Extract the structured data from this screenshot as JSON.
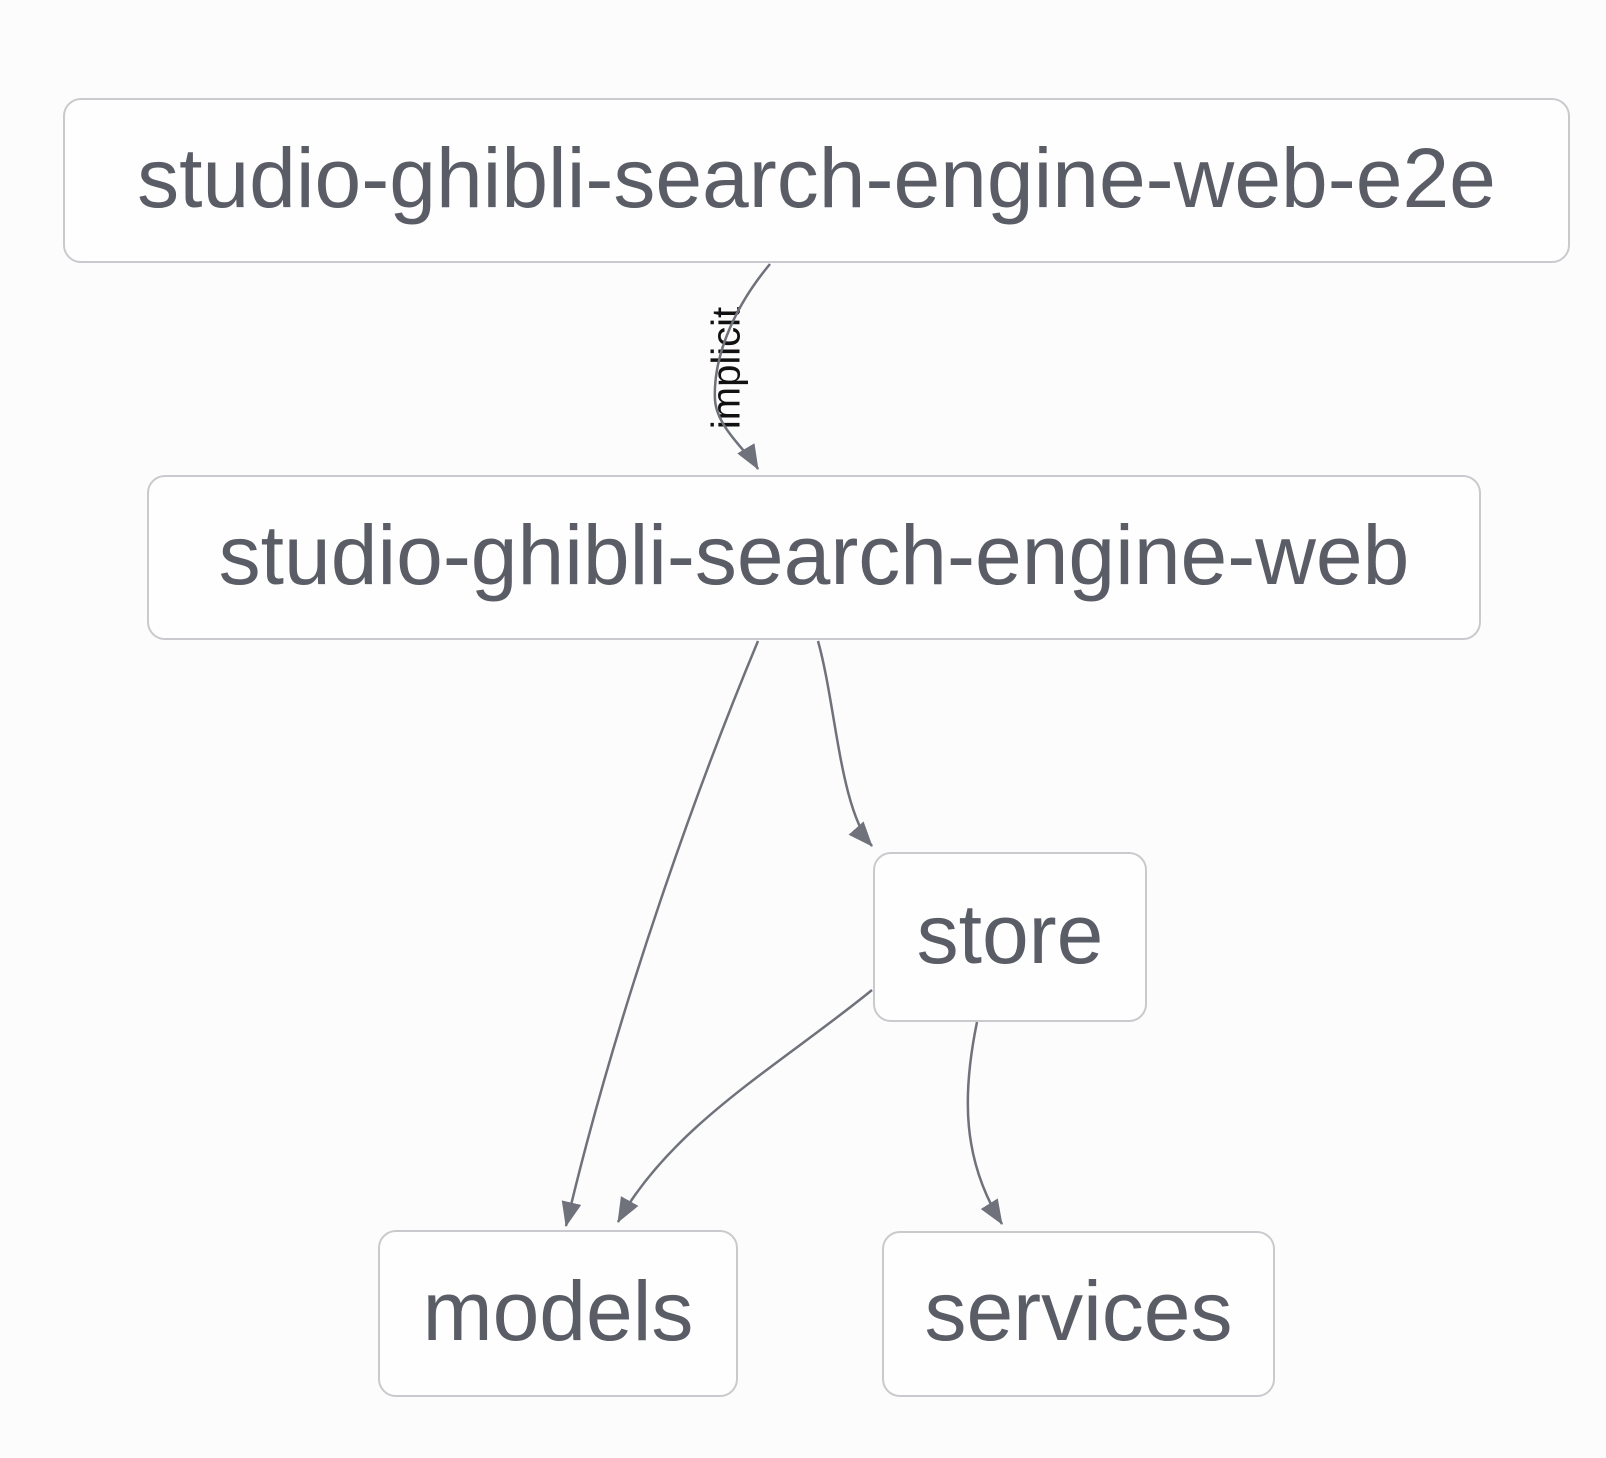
{
  "diagram": {
    "type": "dependency-graph",
    "nodes": [
      {
        "id": "e2e",
        "label": "studio-ghibli-search-engine-web-e2e"
      },
      {
        "id": "web",
        "label": "studio-ghibli-search-engine-web"
      },
      {
        "id": "store",
        "label": "store"
      },
      {
        "id": "models",
        "label": "models"
      },
      {
        "id": "services",
        "label": "services"
      }
    ],
    "edges": [
      {
        "from": "studio-ghibli-search-engine-web-e2e",
        "to": "studio-ghibli-search-engine-web",
        "label": "implicit"
      },
      {
        "from": "studio-ghibli-search-engine-web",
        "to": "models",
        "label": ""
      },
      {
        "from": "studio-ghibli-search-engine-web",
        "to": "store",
        "label": ""
      },
      {
        "from": "store",
        "to": "models",
        "label": ""
      },
      {
        "from": "store",
        "to": "services",
        "label": ""
      }
    ],
    "colors": {
      "background": "#fcfcfd",
      "node_fill": "#fefefe",
      "node_border": "#c9cacd",
      "node_text": "#5b5d66",
      "edge": "#6f717b",
      "edge_label_text": "#111111"
    }
  }
}
